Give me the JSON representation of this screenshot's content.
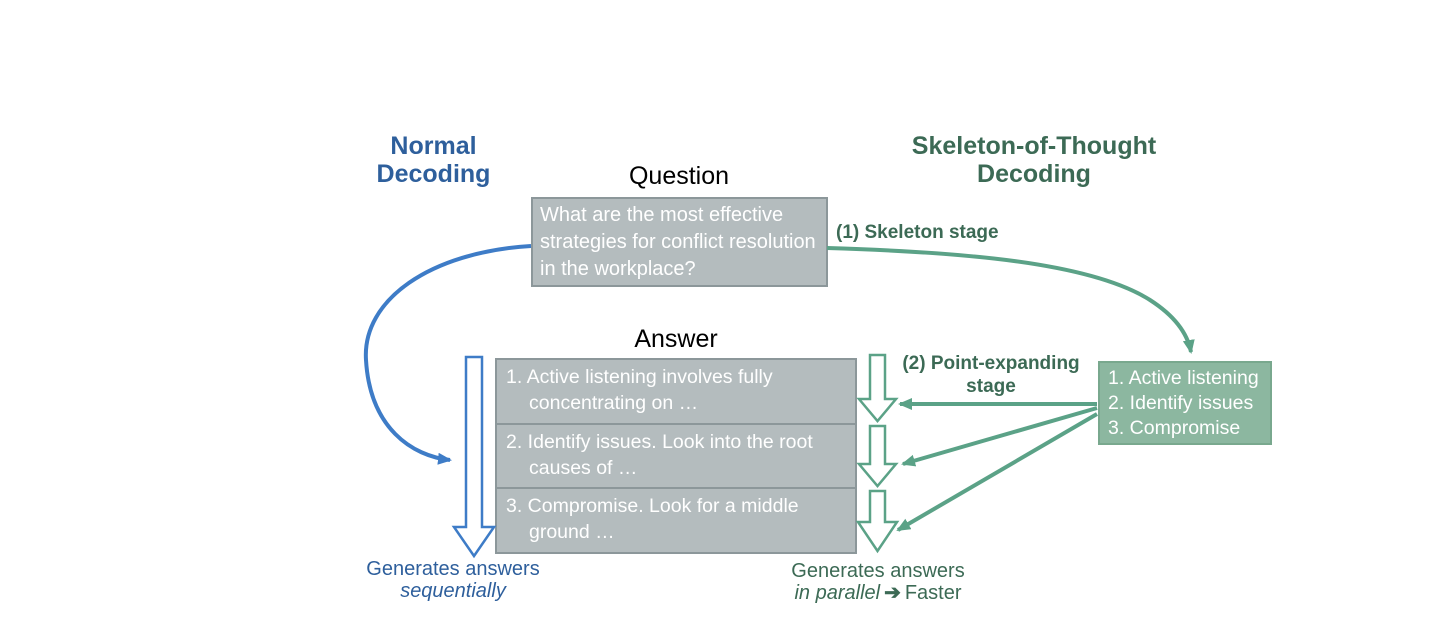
{
  "colors": {
    "blue_title": "#2E5F9C",
    "blue_arrow": "#3E7CC7",
    "green_title": "#3C6A55",
    "green_arrow": "#5BA287",
    "grey_box_fill": "#B4BCBE",
    "grey_box_border": "#8C979A",
    "green_box_fill": "#8CB7A0",
    "green_box_border": "#79A88E",
    "box_text": "#FFFFFF",
    "label_text": "#000000"
  },
  "normal": {
    "title_line1": "Normal",
    "title_line2": "Decoding",
    "caption_line1": "Generates answers",
    "caption_line2_italic": "sequentially"
  },
  "sot": {
    "title_line1": "Skeleton-of-Thought",
    "title_line2": "Decoding",
    "stage1_label": "(1) Skeleton stage",
    "stage2_line1": "(2) Point-expanding",
    "stage2_line2": "stage",
    "caption_line1": "Generates answers",
    "caption_italic": "in parallel",
    "caption_arrow": "➔",
    "caption_end": "Faster"
  },
  "question": {
    "label": "Question",
    "text": "What are the most effective strategies for conflict resolution in the workplace?"
  },
  "answer": {
    "label": "Answer",
    "items": [
      "1. Active listening involves fully concentrating on …",
      "2. Identify issues. Look into the root causes of …",
      "3. Compromise. Look for a middle ground …"
    ]
  },
  "skeleton_box": {
    "items": [
      "1. Active listening",
      "2. Identify issues",
      "3. Compromise"
    ]
  }
}
